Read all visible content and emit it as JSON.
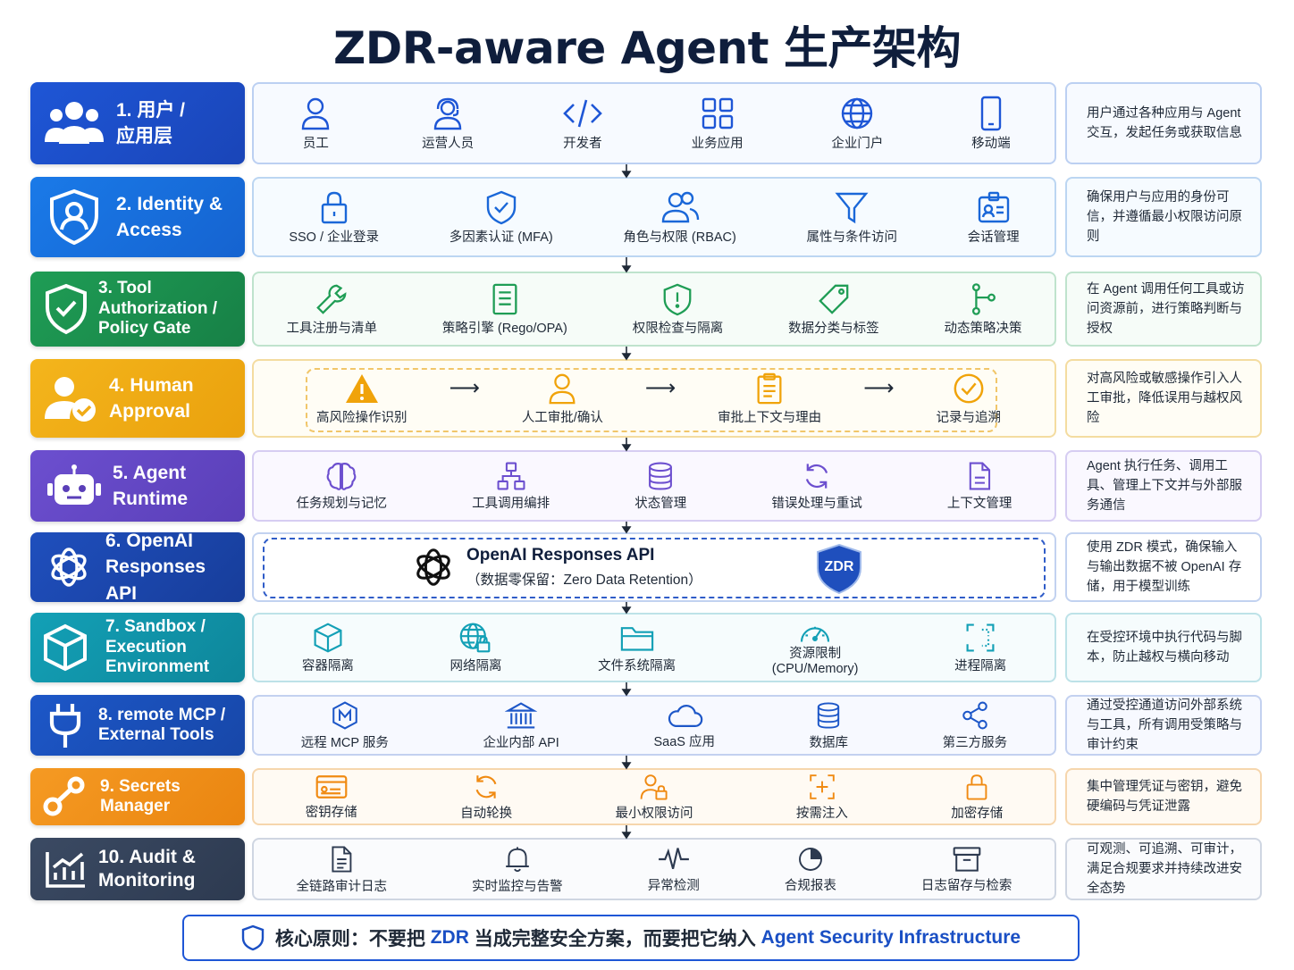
{
  "title": "ZDR-aware Agent 生产架构",
  "layers": [
    {
      "label_lines": [
        "1. 用户 /",
        "应用层"
      ],
      "icon": "users-icon",
      "items": [
        "员工",
        "运营人员",
        "开发者",
        "业务应用",
        "企业门户",
        "移动端"
      ],
      "description": "用户通过各种应用与 Agent 交互，发起任务或获取信息"
    },
    {
      "label_lines": [
        "2. Identity &",
        "Access"
      ],
      "icon": "shield-user-icon",
      "items": [
        "SSO / 企业登录",
        "多因素认证 (MFA)",
        "角色与权限 (RBAC)",
        "属性与条件访问",
        "会话管理"
      ],
      "description": "确保用户与应用的身份可信，并遵循最小权限访问原则"
    },
    {
      "label_lines": [
        "3. Tool Authorization /",
        "Policy Gate"
      ],
      "icon": "shield-check-icon",
      "items": [
        "工具注册与清单",
        "策略引擎 (Rego/OPA)",
        "权限检查与隔离",
        "数据分类与标签",
        "动态策略决策"
      ],
      "description": "在 Agent 调用任何工具或访问资源前，进行策略判断与授权"
    },
    {
      "label_lines": [
        "4. Human",
        "Approval"
      ],
      "icon": "user-check-icon",
      "items": [
        "高风险操作识别",
        "人工审批/确认",
        "审批上下文与理由",
        "记录与追溯"
      ],
      "description": "对高风险或敏感操作引入人工审批，降低误用与越权风险"
    },
    {
      "label_lines": [
        "5. Agent",
        "Runtime"
      ],
      "icon": "robot-icon",
      "items": [
        "任务规划与记忆",
        "工具调用编排",
        "状态管理",
        "错误处理与重试",
        "上下文管理"
      ],
      "description": "Agent 执行任务、调用工具、管理上下文并与外部服务通信"
    },
    {
      "label_lines": [
        "6. OpenAI",
        "Responses API"
      ],
      "icon": "openai-icon",
      "api_title": "OpenAI Responses API",
      "api_subtitle": "（数据零保留：Zero Data Retention）",
      "badge": "ZDR",
      "description": "使用 ZDR 模式，确保输入与输出数据不被 OpenAI 存储，用于模型训练"
    },
    {
      "label_lines": [
        "7. Sandbox /",
        "Execution",
        "Environment"
      ],
      "icon": "cube-icon",
      "items": [
        "容器隔离",
        "网络隔离",
        "文件系统隔离",
        "资源限制\n(CPU/Memory)",
        "进程隔离"
      ],
      "description": "在受控环境中执行代码与脚本，防止越权与横向移动"
    },
    {
      "label_lines": [
        "8. remote MCP /",
        "External Tools"
      ],
      "icon": "plug-icon",
      "items": [
        "远程 MCP 服务",
        "企业内部 API",
        "SaaS 应用",
        "数据库",
        "第三方服务"
      ],
      "description": "通过受控通道访问外部系统与工具，所有调用受策略与审计约束"
    },
    {
      "label_lines": [
        "9. Secrets",
        "Manager"
      ],
      "icon": "key-icon",
      "items": [
        "密钥存储",
        "自动轮换",
        "最小权限访问",
        "按需注入",
        "加密存储"
      ],
      "description": "集中管理凭证与密钥，避免硬编码与凭证泄露"
    },
    {
      "label_lines": [
        "10. Audit &",
        "Monitoring"
      ],
      "icon": "chart-icon",
      "items": [
        "全链路审计日志",
        "实时监控与告警",
        "异常检测",
        "合规报表",
        "日志留存与检索"
      ],
      "description": "可观测、可追溯、可审计，满足合规要求并持续改进安全态势"
    }
  ],
  "footer": {
    "prefix": "核心原则：不要把 ",
    "hl1": "ZDR",
    "middle": " 当成完整安全方案，而要把它纳入 ",
    "hl2": "Agent Security Infrastructure"
  },
  "colors": {
    "layer1": "#1e56d6",
    "layer2": "#1a7ae8",
    "layer3": "#1f9d55",
    "layer4": "#f4b51c",
    "layer5": "#6c4fcf",
    "layer6": "#1f4fbd",
    "layer7": "#13a0b6",
    "layer8": "#1d57c8",
    "layer9": "#f59a23",
    "layer10": "#3b4a63"
  }
}
